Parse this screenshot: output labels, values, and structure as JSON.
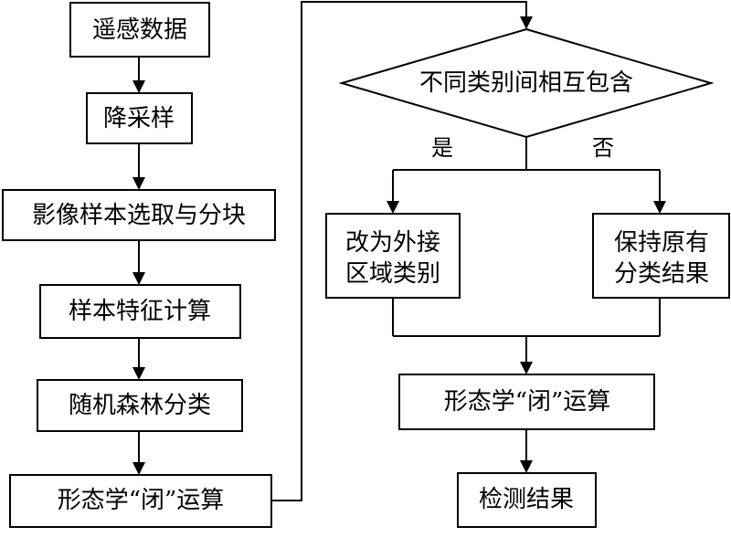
{
  "flowchart": {
    "left_column": [
      "遥感数据",
      "降采样",
      "影像样本选取与分块",
      "样本特征计算",
      "随机森林分类",
      "形态学“闭”运算"
    ],
    "decision": "不同类别间相互包含",
    "branch_yes_label": "是",
    "branch_no_label": "否",
    "yes_box": [
      "改为外接",
      "区域类别"
    ],
    "no_box": [
      "保持原有",
      "分类结果"
    ],
    "morph_close": "形态学“闭”运算",
    "result": "检测结果"
  },
  "colors": {
    "stroke": "#000000",
    "fill": "#ffffff",
    "text": "#000000"
  }
}
